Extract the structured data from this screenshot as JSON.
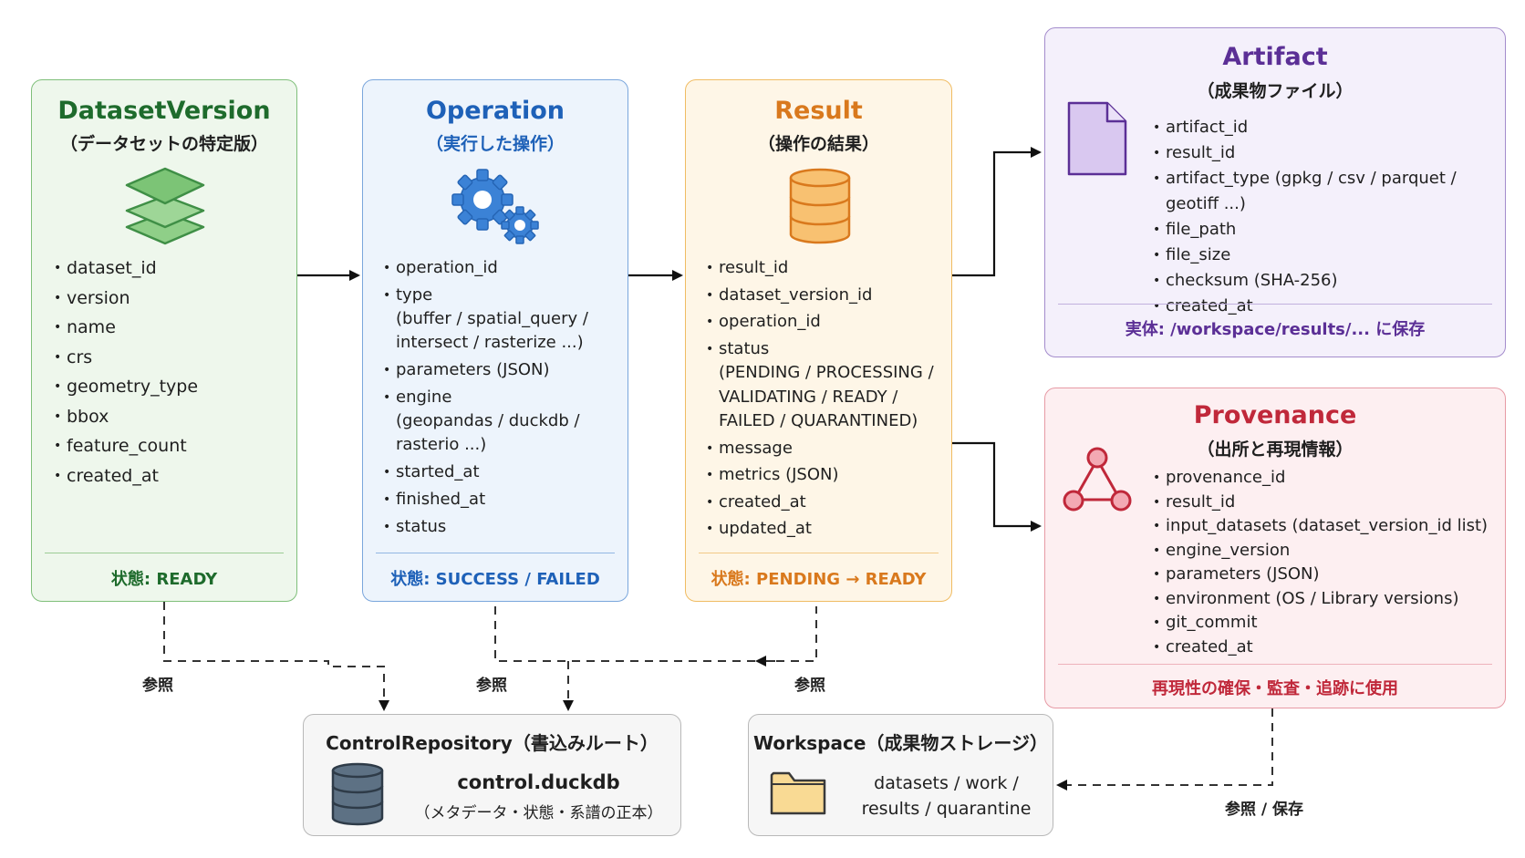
{
  "dataset_version": {
    "title": "DatasetVersion",
    "subtitle": "（データセットの特定版）",
    "fields": [
      "dataset_id",
      "version",
      "name",
      "crs",
      "geometry_type",
      "bbox",
      "feature_count",
      "created_at"
    ],
    "footer": "状態: READY",
    "icon": "layers-icon",
    "color": "#1e6b2c"
  },
  "operation": {
    "title": "Operation",
    "subtitle": "（実行した操作）",
    "fields": [
      {
        "label": "operation_id"
      },
      {
        "label": "type",
        "sub": [
          "(buffer / spatial_query /",
          "intersect / rasterize ...)"
        ]
      },
      {
        "label": "parameters (JSON)"
      },
      {
        "label": "engine",
        "sub": [
          "(geopandas / duckdb /",
          "rasterio ...)"
        ]
      },
      {
        "label": "started_at"
      },
      {
        "label": "finished_at"
      },
      {
        "label": "status"
      }
    ],
    "footer": "状態: SUCCESS / FAILED",
    "icon": "gears-icon",
    "color": "#1e61b8"
  },
  "result": {
    "title": "Result",
    "subtitle": "（操作の結果）",
    "fields": [
      {
        "label": "result_id"
      },
      {
        "label": "dataset_version_id"
      },
      {
        "label": "operation_id"
      },
      {
        "label": "status",
        "sub": [
          "(PENDING / PROCESSING /",
          "VALIDATING / READY /",
          "FAILED / QUARANTINED)"
        ]
      },
      {
        "label": "message"
      },
      {
        "label": "metrics (JSON)"
      },
      {
        "label": "created_at"
      },
      {
        "label": "updated_at"
      }
    ],
    "footer": "状態: PENDING → READY",
    "icon": "database-icon",
    "color": "#d9791d"
  },
  "artifact": {
    "title": "Artifact",
    "subtitle": "（成果物ファイル）",
    "fields": [
      "artifact_id",
      "result_id",
      "artifact_type (gpkg / csv / parquet / geotiff ...)",
      "file_path",
      "file_size",
      "checksum (SHA-256)",
      "created_at"
    ],
    "footer": "実体: /workspace/results/... に保存",
    "icon": "file-icon",
    "color": "#5b2f96"
  },
  "provenance": {
    "title": "Provenance",
    "subtitle": "（出所と再現情報）",
    "fields": [
      "provenance_id",
      "result_id",
      "input_datasets (dataset_version_id list)",
      "engine_version",
      "parameters (JSON)",
      "environment (OS / Library versions)",
      "git_commit",
      "created_at"
    ],
    "footer": "再現性の確保・監査・追跡に使用",
    "icon": "graph-icon",
    "color": "#c0283a"
  },
  "control_repository": {
    "title": "ControlRepository（書込みルート）",
    "main": "control.duckdb",
    "note": "（メタデータ・状態・系譜の正本）",
    "icon": "database-icon"
  },
  "workspace": {
    "title": "Workspace（成果物ストレージ）",
    "line1": "datasets / work /",
    "line2": "results / quarantine",
    "icon": "folder-icon"
  },
  "connectors": {
    "ref_label": "参照",
    "ref_save_label": "参照 / 保存"
  }
}
